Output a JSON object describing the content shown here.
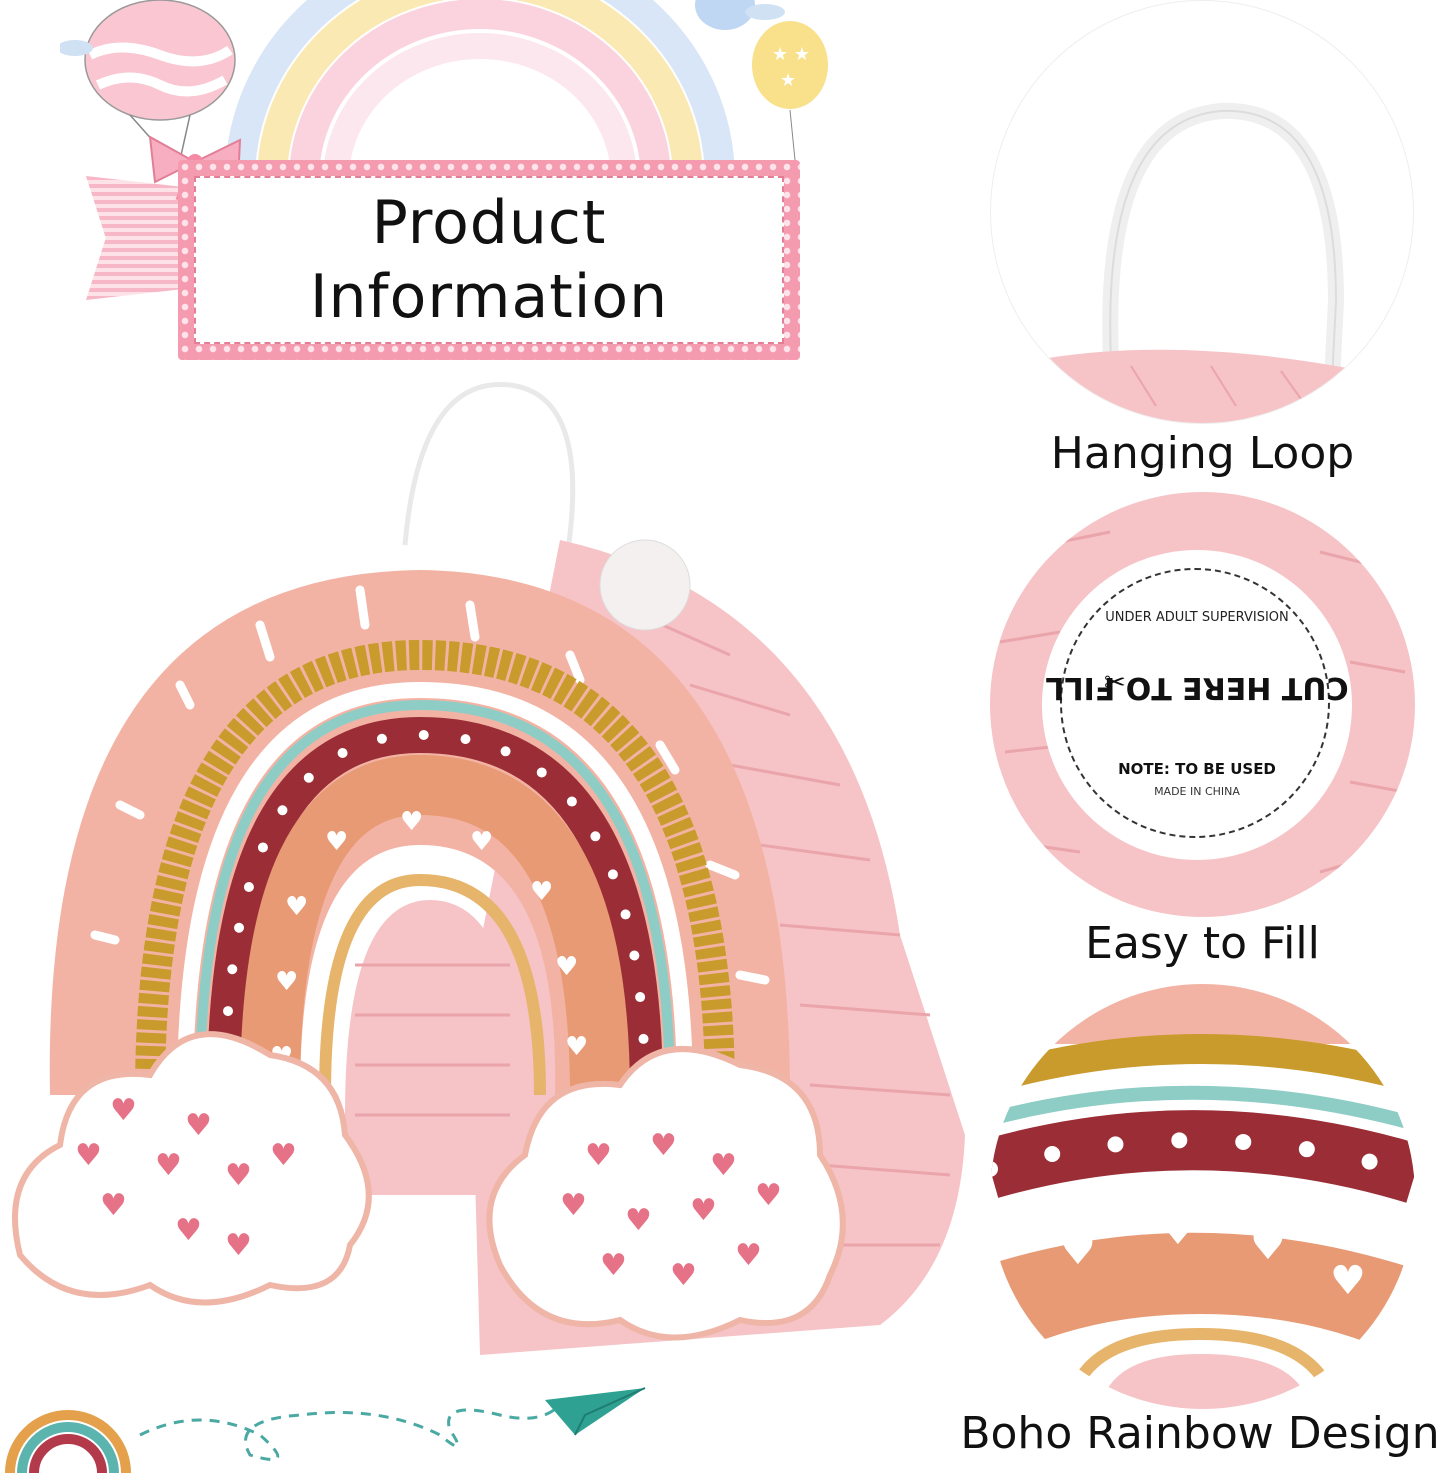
{
  "header": {
    "title_line1": "Product",
    "title_line2": "Information"
  },
  "features": [
    {
      "caption": "Hanging Loop"
    },
    {
      "caption": "Easy to Fill"
    },
    {
      "caption": "Boho Rainbow Design"
    }
  ],
  "sticker": {
    "center": "CUT HERE TO FILL",
    "ring_top": "UNDER ADULT SUPERVISION",
    "ring_bottom": "NOTE: TO BE USED",
    "small": "MADE IN CHINA"
  },
  "colors": {
    "banner_pink": "#f59bb0",
    "pinata_pink": "#f6c3c6",
    "arc_salmon": "#f3b3a4",
    "glitter_gold": "#c99a2c",
    "teal": "#8ecdc6",
    "maroon": "#9a2d35",
    "orange": "#e79a73",
    "gold_band": "#e6b46a"
  }
}
